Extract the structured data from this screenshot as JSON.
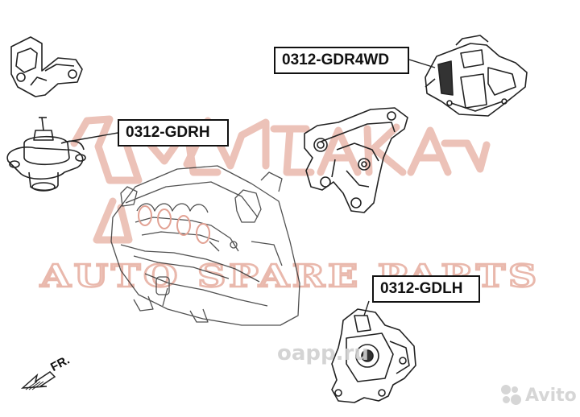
{
  "watermark": {
    "brand": "AKITAKA",
    "tagline": "AUTO SPARE PARTS",
    "color": "#e9b8ac"
  },
  "parts": [
    {
      "id": "gdr4wd",
      "label": "0312-GDR4WD"
    },
    {
      "id": "gdrh",
      "label": "0312-GDRH"
    },
    {
      "id": "gdlh",
      "label": "0312-GDLH"
    }
  ],
  "direction_marker": {
    "label": "FR."
  },
  "corner_watermarks": {
    "left": "oapp.ru",
    "right": "Avito"
  },
  "colors": {
    "line": "#222222",
    "box_border": "#111111",
    "watermark": "#e9b8ac",
    "corner_watermark": "#dcdcdc"
  },
  "icons": [
    "arrow-icon",
    "avito-logo-icon"
  ]
}
